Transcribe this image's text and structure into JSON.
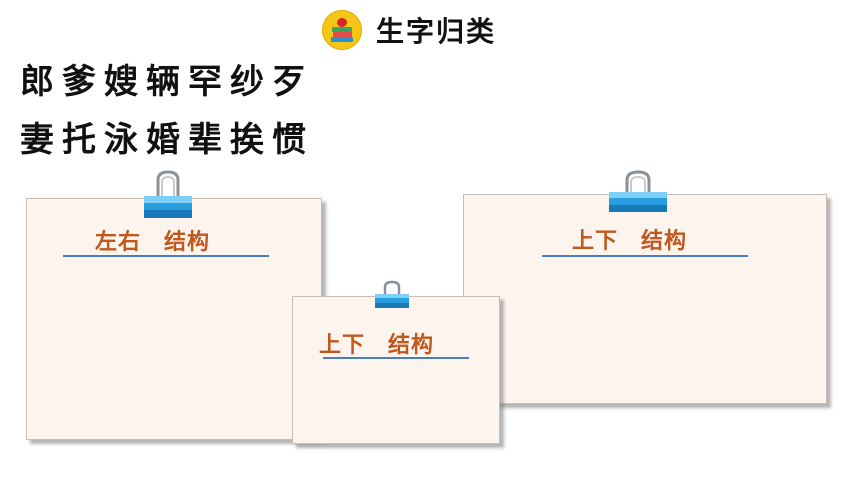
{
  "title": {
    "icon": "books-apple-icon",
    "text": "生字归类"
  },
  "characters": {
    "row1": "郎爹嫂辆罕纱歹",
    "row2": "妻托泳婚辈挨惯"
  },
  "cards": [
    {
      "label": "左右　结构"
    },
    {
      "label": "上下　结构"
    },
    {
      "label": "上下　结构"
    }
  ],
  "colors": {
    "label": "#c0581e",
    "underline": "#4a7cc4",
    "card": "#fdf4ee",
    "clip": "#2a9fe0"
  }
}
